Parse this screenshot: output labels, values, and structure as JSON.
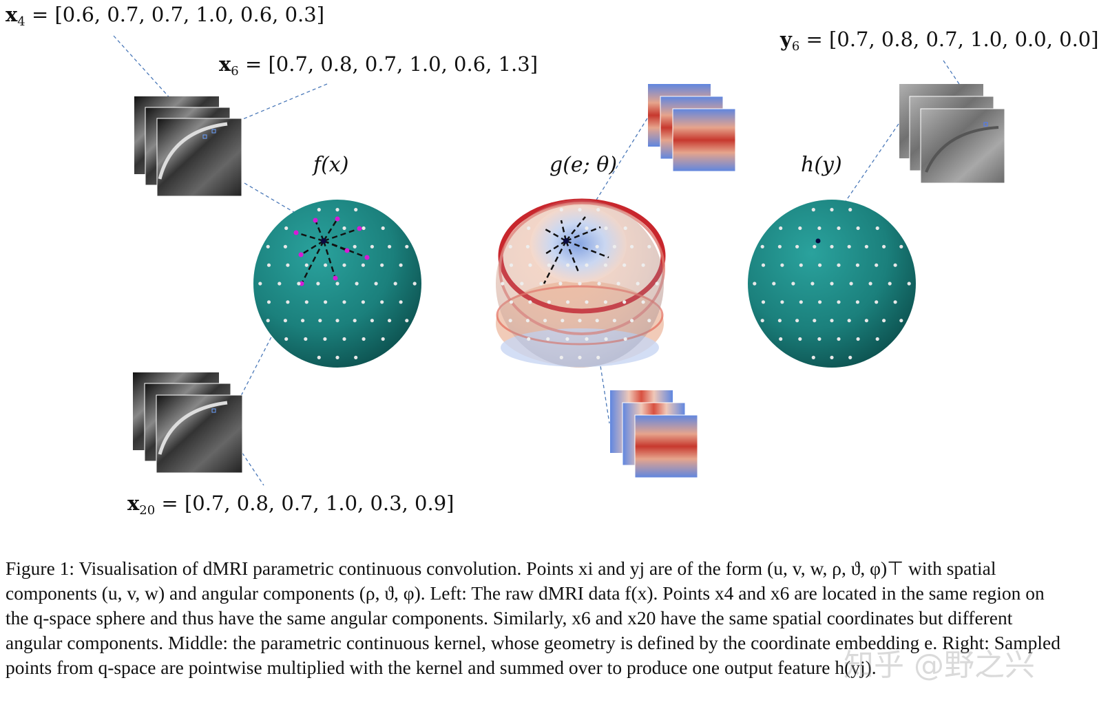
{
  "labels": {
    "x4": {
      "sym": "x",
      "sub": "4",
      "value": "= [0.6, 0.7, 0.7, 1.0, 0.6, 0.3]"
    },
    "x6": {
      "sym": "x",
      "sub": "6",
      "value": "= [0.7, 0.8, 0.7, 1.0, 0.6, 1.3]"
    },
    "x20": {
      "sym": "x",
      "sub": "20",
      "value": "= [0.7, 0.8, 0.7, 1.0, 0.3, 0.9]"
    },
    "y6": {
      "sym": "y",
      "sub": "6",
      "value": "= [0.7, 0.8, 0.7, 1.0, 0.0, 0.0]"
    }
  },
  "functions": {
    "f": "f(x)",
    "g": "g(e; θ)",
    "h": "h(y)"
  },
  "caption": "Figure 1: Visualisation of dMRI parametric continuous convolution. Points xi and yj are of the form (u, v, w, ρ, ϑ, φ)⊤ with spatial components (u, v, w) and angular components (ρ, ϑ, φ). Left: The raw dMRI data f(x). Points x4 and x6 are located in the same region on the q-space sphere and thus have the same angular components. Similarly, x6 and x20 have the same spatial coordinates but different angular components. Middle: the parametric continuous kernel, whose geometry is defined by the coordinate embedding e. Right: Sampled points from q-space are pointwise multiplied with the kernel and summed over to produce one output feature h(yj).",
  "watermark": "知乎 @野之兴",
  "colors": {
    "sphere_teal": "#1e8c88",
    "sample_point": "#e8e8e8",
    "neighbor_point": "#d61bd6",
    "center_point": "#0a0a40",
    "link_line": "#4a78b8",
    "kernel_red": "#c8262c",
    "kernel_blue": "#7f9fe0"
  }
}
